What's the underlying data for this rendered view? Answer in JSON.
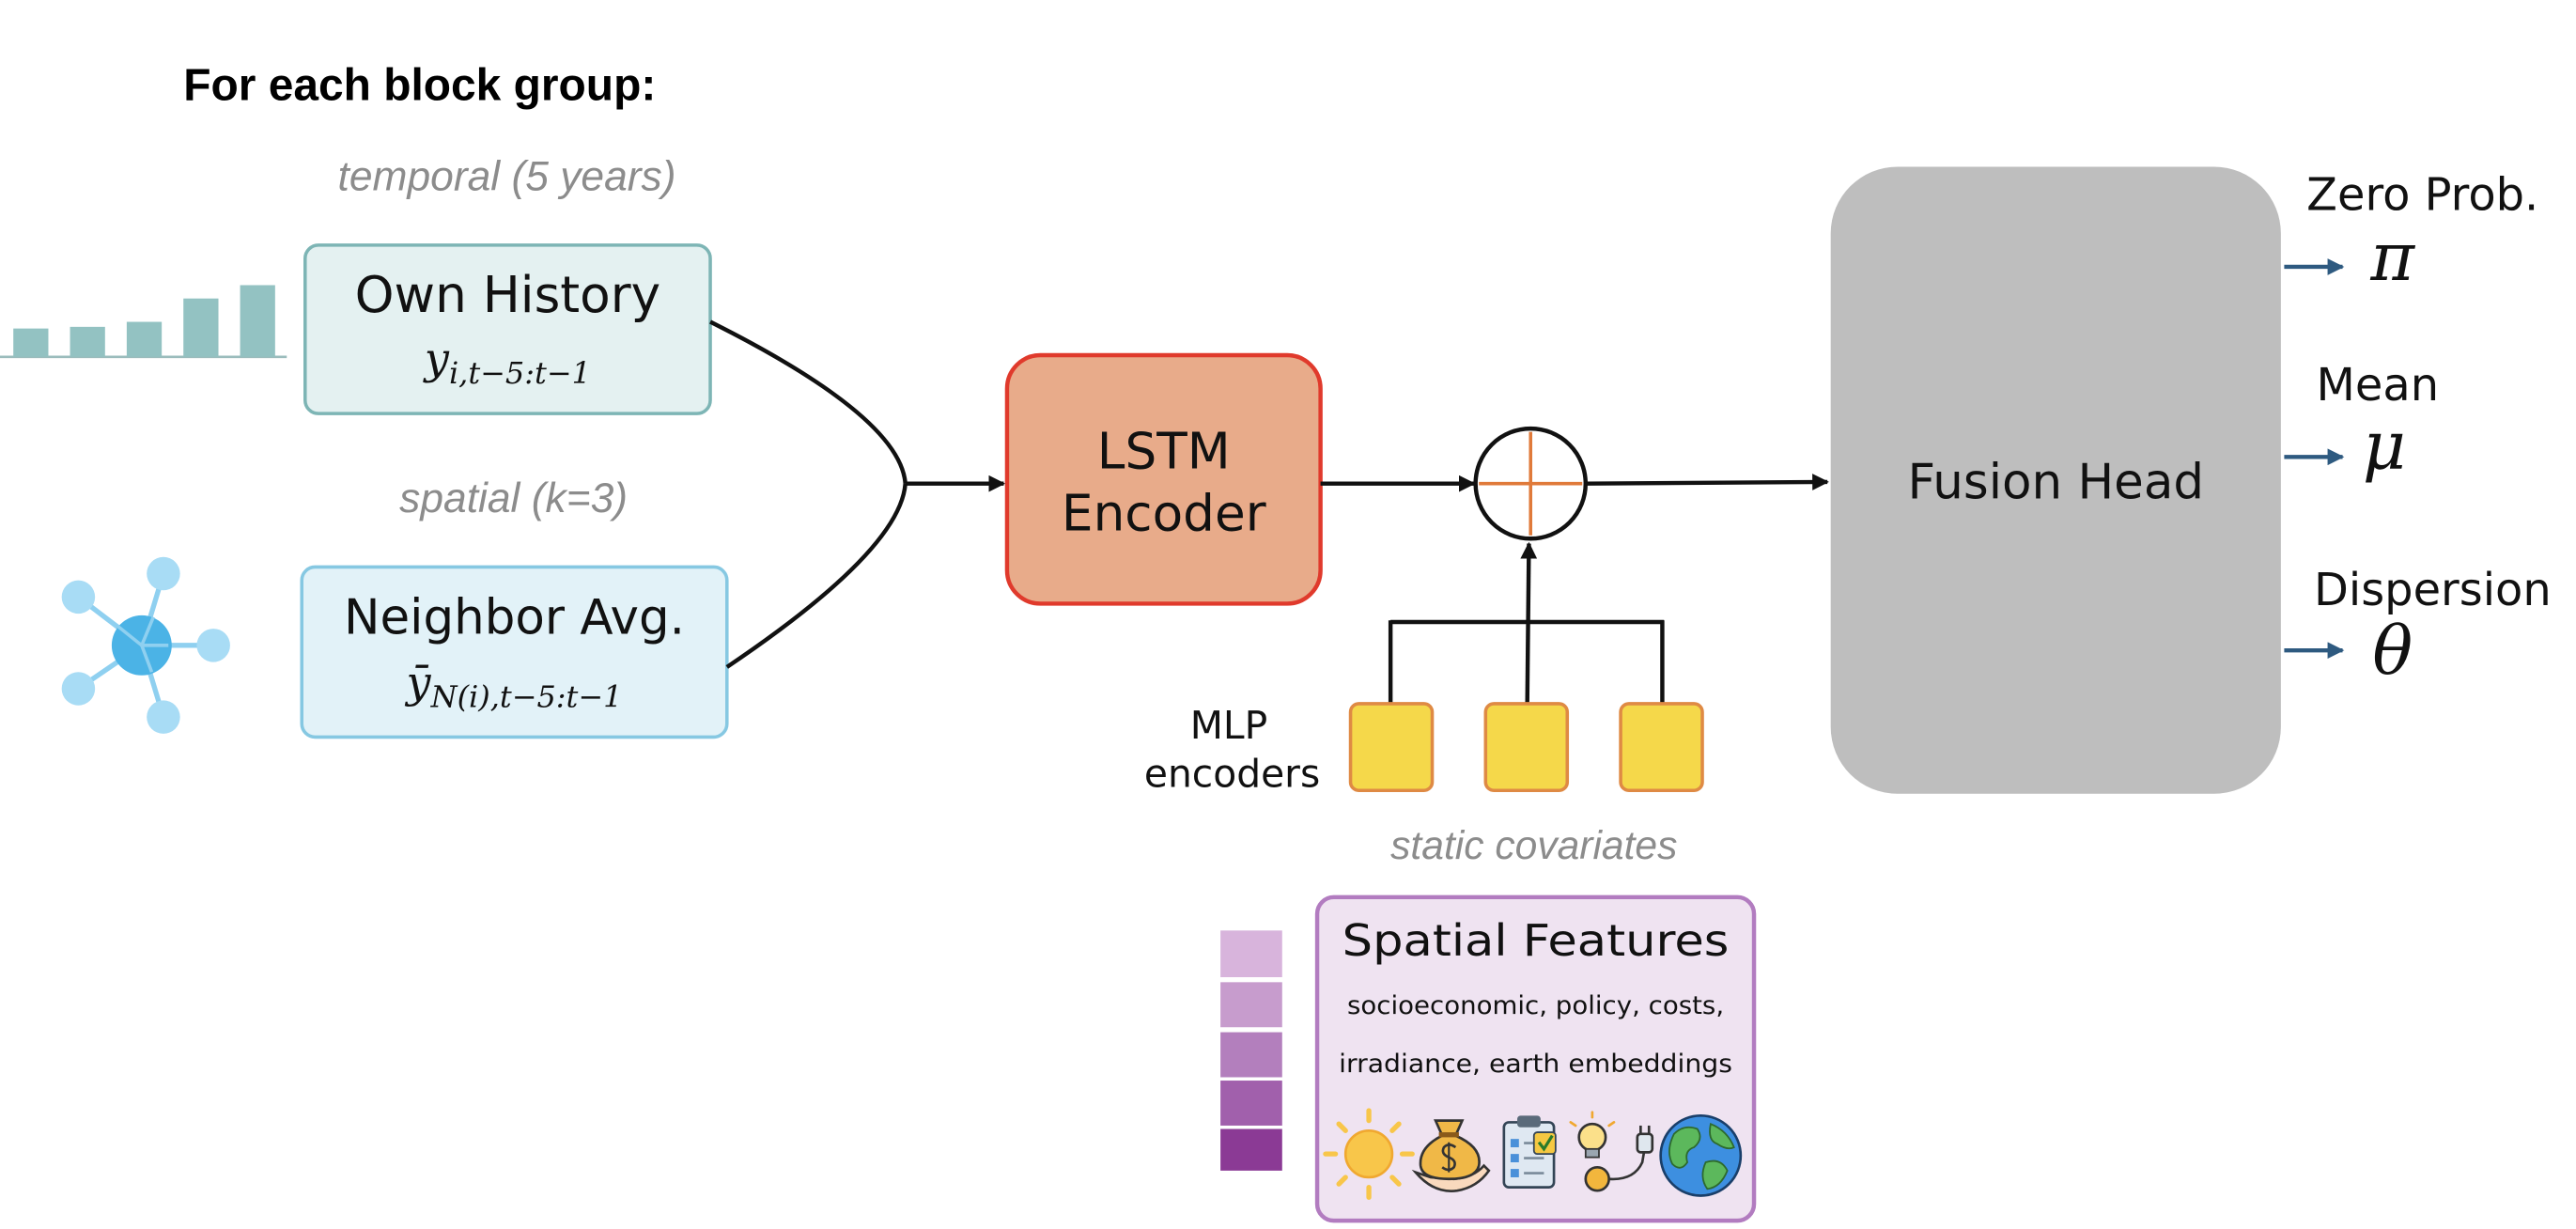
{
  "heading": "For each block group:",
  "temporal": {
    "label": "temporal (5 years)",
    "box_title": "Own History",
    "symbol": "y",
    "subscript": "i,t−5:t−1"
  },
  "spatial": {
    "label": "spatial (k=3)",
    "box_title": "Neighbor Avg.",
    "symbol": "ȳ",
    "subscript": "N(i),t−5:t−1"
  },
  "encoder": {
    "lines": [
      "LSTM",
      "Encoder"
    ]
  },
  "fusion": {
    "label": "Fusion Head"
  },
  "outputs": [
    {
      "name": "Zero Prob.",
      "symbol": "π"
    },
    {
      "name": "Mean",
      "symbol": "μ"
    },
    {
      "name": "Dispersion",
      "symbol": "θ"
    }
  ],
  "mlp": {
    "lines": [
      "MLP",
      "encoders"
    ]
  },
  "static_covariates": {
    "label": "static covariates",
    "box_title": "Spatial Features",
    "description_lines": [
      "socioeconomic, policy, costs,",
      "irradiance, earth embeddings"
    ],
    "icons": [
      "sun-icon",
      "money-bag-icon",
      "clipboard-icon",
      "lightbulb-plug-icon",
      "earth-icon"
    ]
  },
  "colors": {
    "own_history_fill": "#e4f1f1",
    "neighbor_fill": "#e2f2f8",
    "lstm_fill": "#e8ab8a",
    "fusion_fill": "#bebebe",
    "mlp_fill": "#f5d84a",
    "spatial_features_fill": "#efe3f1",
    "output_arrow": "#2e5a80"
  }
}
